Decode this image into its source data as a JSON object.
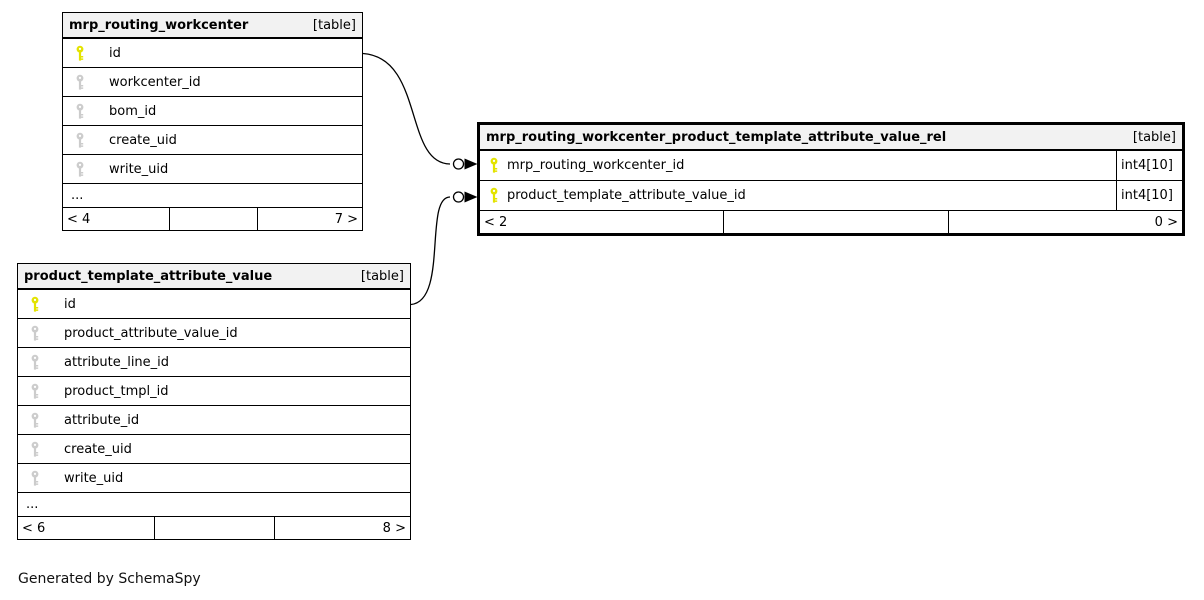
{
  "note": "Generated by SchemaSpy",
  "colors": {
    "primary_key_icon": "#e3e300",
    "other_key_icon": "#cccccc",
    "header_bg": "#f2f2f2",
    "border": "#000000"
  },
  "tables": [
    {
      "title": "mrp_routing_workcenter",
      "badge": "[table]",
      "columns": [
        {
          "name": "id",
          "key": "primary"
        },
        {
          "name": "workcenter_id",
          "key": "other"
        },
        {
          "name": "bom_id",
          "key": "other"
        },
        {
          "name": "create_uid",
          "key": "other"
        },
        {
          "name": "write_uid",
          "key": "other"
        }
      ],
      "ellipsis": "...",
      "footer": {
        "left": "< 4",
        "center": "",
        "right": "7 >"
      }
    },
    {
      "title": "mrp_routing_workcenter_product_template_attribute_value_rel",
      "badge": "[table]",
      "columns": [
        {
          "name": "mrp_routing_workcenter_id",
          "key": "primary",
          "type": "int4[10]"
        },
        {
          "name": "product_template_attribute_value_id",
          "key": "primary",
          "type": "int4[10]"
        }
      ],
      "footer": {
        "left": "< 2",
        "center": "",
        "right": "0 >"
      }
    },
    {
      "title": "product_template_attribute_value",
      "badge": "[table]",
      "columns": [
        {
          "name": "id",
          "key": "primary"
        },
        {
          "name": "product_attribute_value_id",
          "key": "other"
        },
        {
          "name": "attribute_line_id",
          "key": "other"
        },
        {
          "name": "product_tmpl_id",
          "key": "other"
        },
        {
          "name": "attribute_id",
          "key": "other"
        },
        {
          "name": "create_uid",
          "key": "other"
        },
        {
          "name": "write_uid",
          "key": "other"
        }
      ],
      "ellipsis": "...",
      "footer": {
        "left": "< 6",
        "center": "",
        "right": "8 >"
      }
    }
  ],
  "relationships": [
    {
      "from": "mrp_routing_workcenter.id",
      "to": "mrp_routing_workcenter_product_template_attribute_value_rel.mrp_routing_workcenter_id"
    },
    {
      "from": "product_template_attribute_value.id",
      "to": "mrp_routing_workcenter_product_template_attribute_value_rel.product_template_attribute_value_id"
    }
  ]
}
